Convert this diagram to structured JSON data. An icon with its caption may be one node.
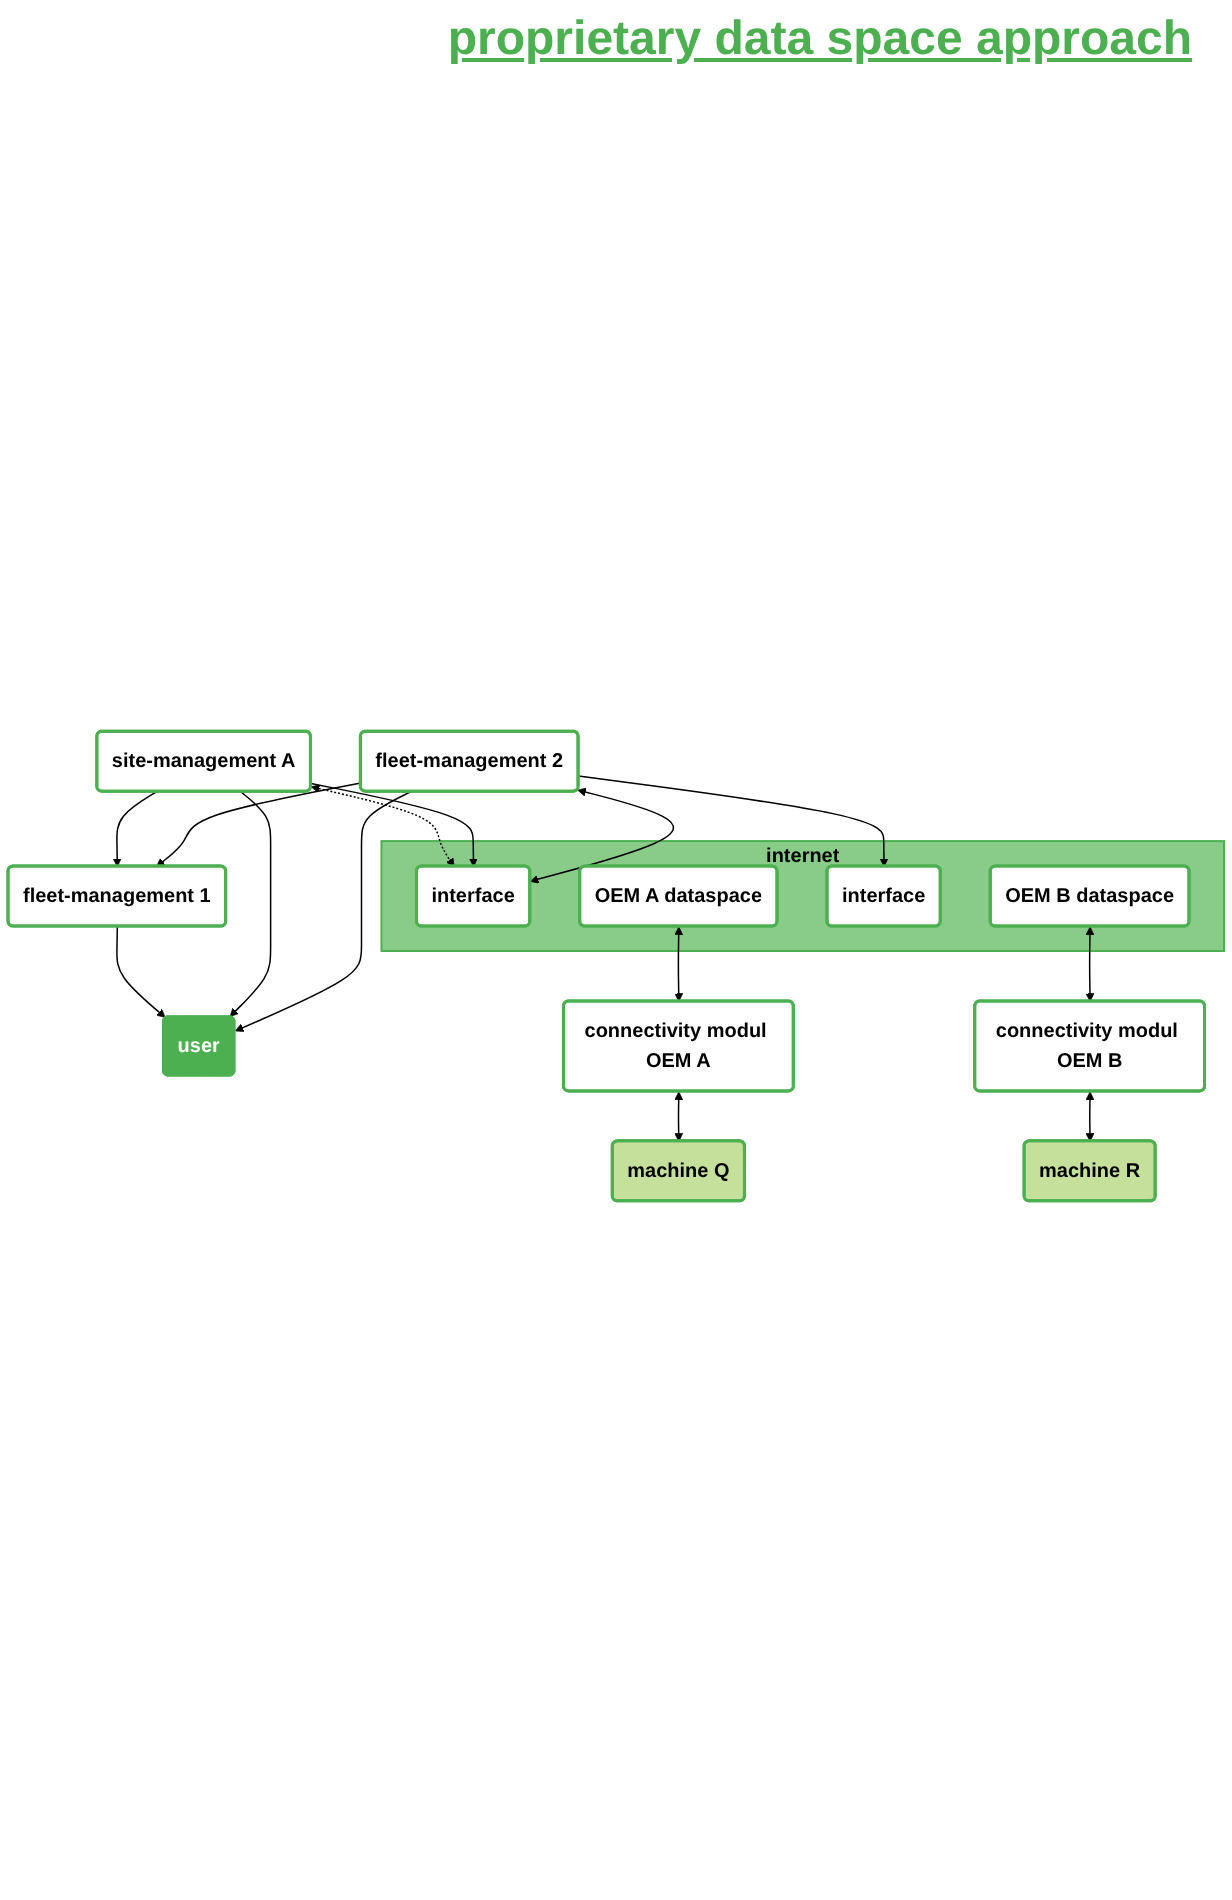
{
  "diagram": {
    "title": "proprietary data space approach",
    "nodes": [
      {
        "text": [
          "user"
        ]
      },
      {
        "text": [
          "fleet-management 1"
        ]
      },
      {
        "text": [
          "site-management A"
        ]
      },
      {
        "text": [
          "fleet-management 2"
        ]
      },
      {
        "text": [
          "internet"
        ]
      },
      {
        "text": [
          "interface"
        ],
        "in": 4
      },
      {
        "text": [
          "OEM A dataspace"
        ],
        "in": 4
      },
      {
        "text": [
          "interface"
        ],
        "in": 4
      },
      {
        "text": [
          "OEM B dataspace"
        ],
        "in": 4
      },
      {
        "text": [
          "connectivity modul OEM A"
        ]
      },
      {
        "text": [
          "connectivity modul OEM B"
        ]
      },
      {
        "text": [
          "machine Q"
        ]
      },
      {
        "text": [
          "machine R"
        ]
      }
    ],
    "edges": [
      {
        "from": 1,
        "to": 0,
        "arrow": "to"
      },
      {
        "from": 2,
        "to": 0,
        "arrow": "to"
      },
      {
        "from": 3,
        "to": 0,
        "arrow": "to"
      },
      {
        "from": 2,
        "to": 1,
        "arrow": "to"
      },
      {
        "from": 3,
        "to": 1,
        "arrow": "to"
      },
      {
        "from": 2,
        "to": 5,
        "arrow": "both",
        "style": "dashed"
      },
      {
        "from": 2,
        "to": 5,
        "arrow": "to"
      },
      {
        "from": 3,
        "to": 5,
        "arrow": "both"
      },
      {
        "from": 3,
        "to": 7,
        "arrow": "to"
      },
      {
        "from": 6,
        "to": 9,
        "arrow": "both"
      },
      {
        "from": 8,
        "to": 10,
        "arrow": "both"
      },
      {
        "from": 9,
        "to": 11,
        "arrow": "both"
      },
      {
        "from": 10,
        "to": 12,
        "arrow": "both"
      }
    ]
  }
}
